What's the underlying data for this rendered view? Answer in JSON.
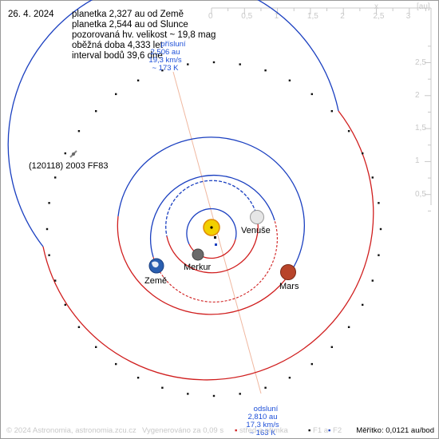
{
  "header": {
    "date": "26. 4. 2024",
    "lines": [
      "planetka 2,327 au od Země",
      "planetka 2,544 au od Slunce",
      "pozorovaná hv. velikost ~ 19,8 mag",
      "oběžná doba 4,333 let",
      "interval bodů 39,6 dne"
    ]
  },
  "scale_ruler": {
    "x_label": "x",
    "unit_label": "[au]",
    "x_ticks": [
      "0",
      "0,5",
      "1",
      "1,5",
      "2",
      "2,5",
      "3"
    ],
    "y_ticks": [
      "0,5",
      "1",
      "1,5",
      "2",
      "2,5"
    ]
  },
  "perihelion": {
    "title": "přísluní",
    "distance": "2,506 au",
    "speed": "19,3 km/s",
    "temperature": "~ 173 K"
  },
  "aphelion": {
    "title": "odsluní",
    "distance": "2,810 au",
    "speed": "17,3 km/s",
    "temperature": "~ 163 K"
  },
  "bodies": {
    "asteroid": "(120118) 2003 FF83",
    "venus": "Venuše",
    "mercury": "Merkur",
    "earth": "Země",
    "mars": "Mars"
  },
  "footer": {
    "copyright": "© 2024 Astronomia, astronomia.zcu.cz",
    "generated": "Vygenerováno za 0,09 s",
    "legend_1": "střed a přímka",
    "legend_2": "F1 a",
    "legend_3": "F2",
    "scale": "Měřítko: 0,0121 au/bod"
  },
  "colors": {
    "orbit_above": "#1a3fc0",
    "orbit_below": "#d01e1e",
    "apsis_line": "#f0b8a0",
    "ruler": "#c8c8c8",
    "sun": "#f2d000",
    "mars": "#b8442a",
    "venus": "#e6e6e6",
    "mercury": "#6a6a6a"
  }
}
